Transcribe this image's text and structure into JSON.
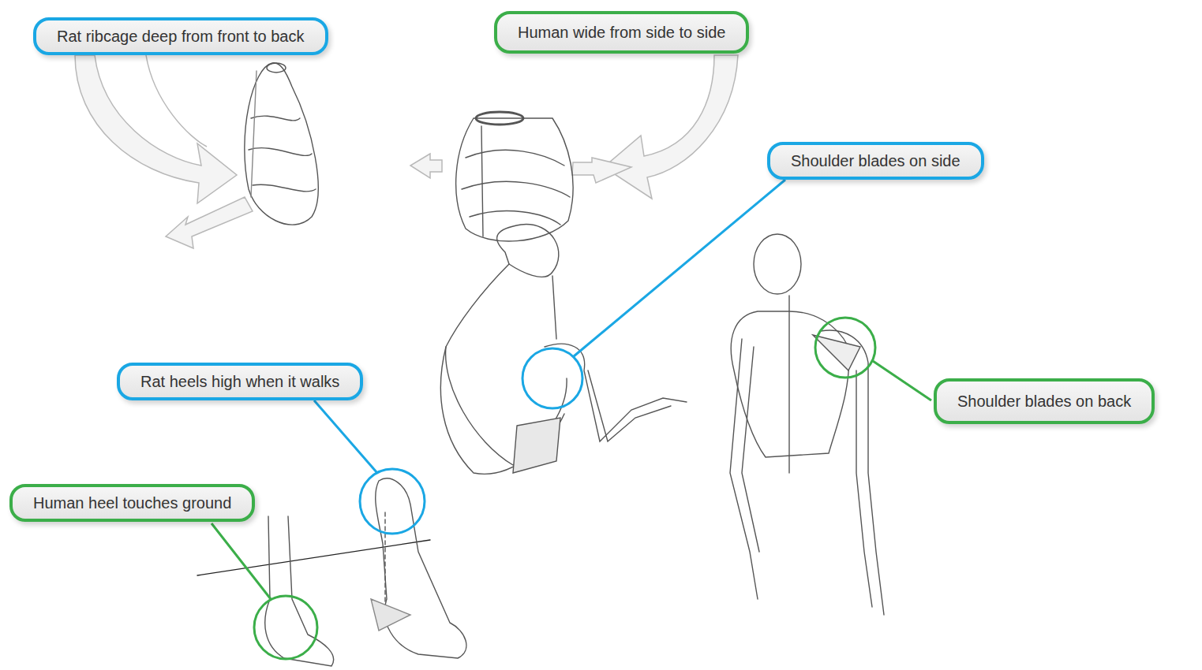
{
  "diagram": {
    "nodes": [
      {
        "text": [
          "Rat ribcage deep from front to back"
        ]
      },
      {
        "text": [
          "Human wide from side to side"
        ]
      },
      {
        "text": [
          "Shoulder blades on side"
        ]
      },
      {
        "text": [
          "Rat heels high when it walks"
        ]
      },
      {
        "text": [
          "Shoulder blades on back"
        ]
      },
      {
        "text": [
          "Human heel touches ground"
        ]
      }
    ]
  }
}
